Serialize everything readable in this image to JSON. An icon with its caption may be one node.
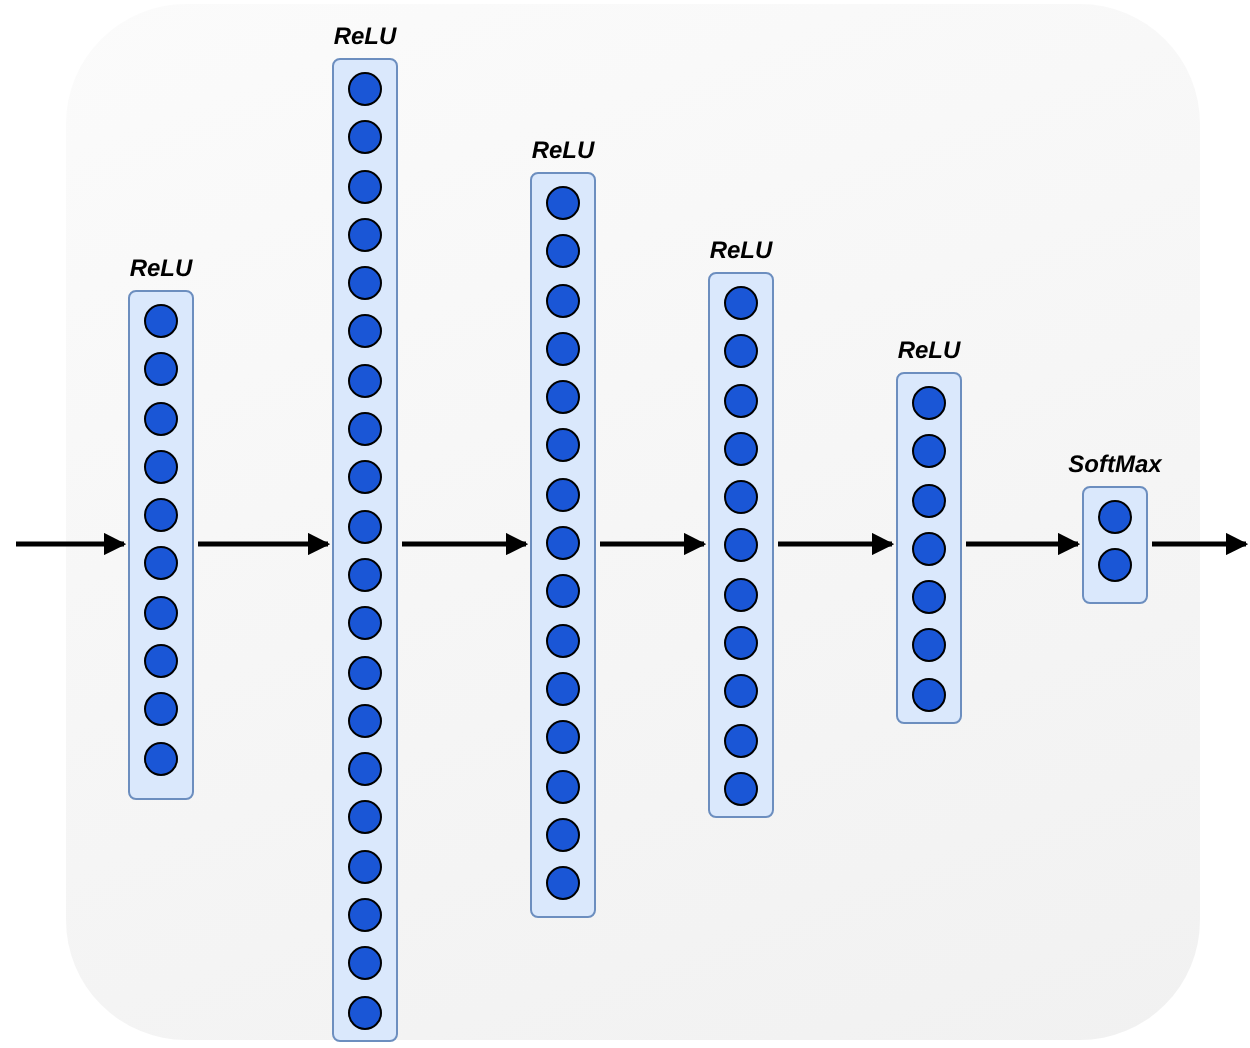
{
  "diagram": {
    "nodes": [
      {
        "text": [
          "ReLU"
        ]
      },
      {
        "text": [],
        "shape": "circle",
        "in": 0
      },
      {
        "text": [],
        "shape": "circle",
        "in": 0
      },
      {
        "text": [],
        "shape": "circle",
        "in": 0
      },
      {
        "text": [],
        "shape": "circle",
        "in": 0
      },
      {
        "text": [],
        "shape": "circle",
        "in": 0
      },
      {
        "text": [],
        "shape": "circle",
        "in": 0
      },
      {
        "text": [],
        "shape": "circle",
        "in": 0
      },
      {
        "text": [],
        "shape": "circle",
        "in": 0
      },
      {
        "text": [],
        "shape": "circle",
        "in": 0
      },
      {
        "text": [],
        "shape": "circle",
        "in": 0
      },
      {
        "text": [
          "ReLU"
        ]
      },
      {
        "text": [],
        "shape": "circle",
        "in": 11
      },
      {
        "text": [],
        "shape": "circle",
        "in": 11
      },
      {
        "text": [],
        "shape": "circle",
        "in": 11
      },
      {
        "text": [],
        "shape": "circle",
        "in": 11
      },
      {
        "text": [],
        "shape": "circle",
        "in": 11
      },
      {
        "text": [],
        "shape": "circle",
        "in": 11
      },
      {
        "text": [],
        "shape": "circle",
        "in": 11
      },
      {
        "text": [],
        "shape": "circle",
        "in": 11
      },
      {
        "text": [],
        "shape": "circle",
        "in": 11
      },
      {
        "text": [],
        "shape": "circle",
        "in": 11
      },
      {
        "text": [],
        "shape": "circle",
        "in": 11
      },
      {
        "text": [],
        "shape": "circle",
        "in": 11
      },
      {
        "text": [],
        "shape": "circle",
        "in": 11
      },
      {
        "text": [],
        "shape": "circle",
        "in": 11
      },
      {
        "text": [],
        "shape": "circle",
        "in": 11
      },
      {
        "text": [],
        "shape": "circle",
        "in": 11
      },
      {
        "text": [],
        "shape": "circle",
        "in": 11
      },
      {
        "text": [],
        "shape": "circle",
        "in": 11
      },
      {
        "text": [],
        "shape": "circle",
        "in": 11
      },
      {
        "text": [],
        "shape": "circle",
        "in": 11
      },
      {
        "text": [
          "ReLU"
        ]
      },
      {
        "text": [],
        "shape": "circle",
        "in": 32
      },
      {
        "text": [],
        "shape": "circle",
        "in": 32
      },
      {
        "text": [],
        "shape": "circle",
        "in": 32
      },
      {
        "text": [],
        "shape": "circle",
        "in": 32
      },
      {
        "text": [],
        "shape": "circle",
        "in": 32
      },
      {
        "text": [],
        "shape": "circle",
        "in": 32
      },
      {
        "text": [],
        "shape": "circle",
        "in": 32
      },
      {
        "text": [],
        "shape": "circle",
        "in": 32
      },
      {
        "text": [],
        "shape": "circle",
        "in": 32
      },
      {
        "text": [],
        "shape": "circle",
        "in": 32
      },
      {
        "text": [],
        "shape": "circle",
        "in": 32
      },
      {
        "text": [],
        "shape": "circle",
        "in": 32
      },
      {
        "text": [],
        "shape": "circle",
        "in": 32
      },
      {
        "text": [],
        "shape": "circle",
        "in": 32
      },
      {
        "text": [],
        "shape": "circle",
        "in": 32
      },
      {
        "text": [
          "ReLU"
        ]
      },
      {
        "text": [],
        "shape": "circle",
        "in": 48
      },
      {
        "text": [],
        "shape": "circle",
        "in": 48
      },
      {
        "text": [],
        "shape": "circle",
        "in": 48
      },
      {
        "text": [],
        "shape": "circle",
        "in": 48
      },
      {
        "text": [],
        "shape": "circle",
        "in": 48
      },
      {
        "text": [],
        "shape": "circle",
        "in": 48
      },
      {
        "text": [],
        "shape": "circle",
        "in": 48
      },
      {
        "text": [],
        "shape": "circle",
        "in": 48
      },
      {
        "text": [],
        "shape": "circle",
        "in": 48
      },
      {
        "text": [],
        "shape": "circle",
        "in": 48
      },
      {
        "text": [],
        "shape": "circle",
        "in": 48
      },
      {
        "text": [
          "ReLU"
        ]
      },
      {
        "text": [],
        "shape": "circle",
        "in": 60
      },
      {
        "text": [],
        "shape": "circle",
        "in": 60
      },
      {
        "text": [],
        "shape": "circle",
        "in": 60
      },
      {
        "text": [],
        "shape": "circle",
        "in": 60
      },
      {
        "text": [],
        "shape": "circle",
        "in": 60
      },
      {
        "text": [],
        "shape": "circle",
        "in": 60
      },
      {
        "text": [],
        "shape": "circle",
        "in": 60
      },
      {
        "text": [
          "SoftMax"
        ]
      },
      {
        "text": [],
        "shape": "circle",
        "in": 68
      },
      {
        "text": [],
        "shape": "circle",
        "in": 68
      }
    ],
    "edges": [
      {
        "from": null,
        "to": 0,
        "arrow": "to"
      },
      {
        "from": 0,
        "to": 11,
        "arrow": "to"
      },
      {
        "from": 11,
        "to": 32,
        "arrow": "to"
      },
      {
        "from": 32,
        "to": 48,
        "arrow": "to"
      },
      {
        "from": 48,
        "to": 60,
        "arrow": "to"
      },
      {
        "from": 60,
        "to": 68,
        "arrow": "to"
      },
      {
        "from": 68,
        "to": null,
        "arrow": "to"
      }
    ]
  }
}
